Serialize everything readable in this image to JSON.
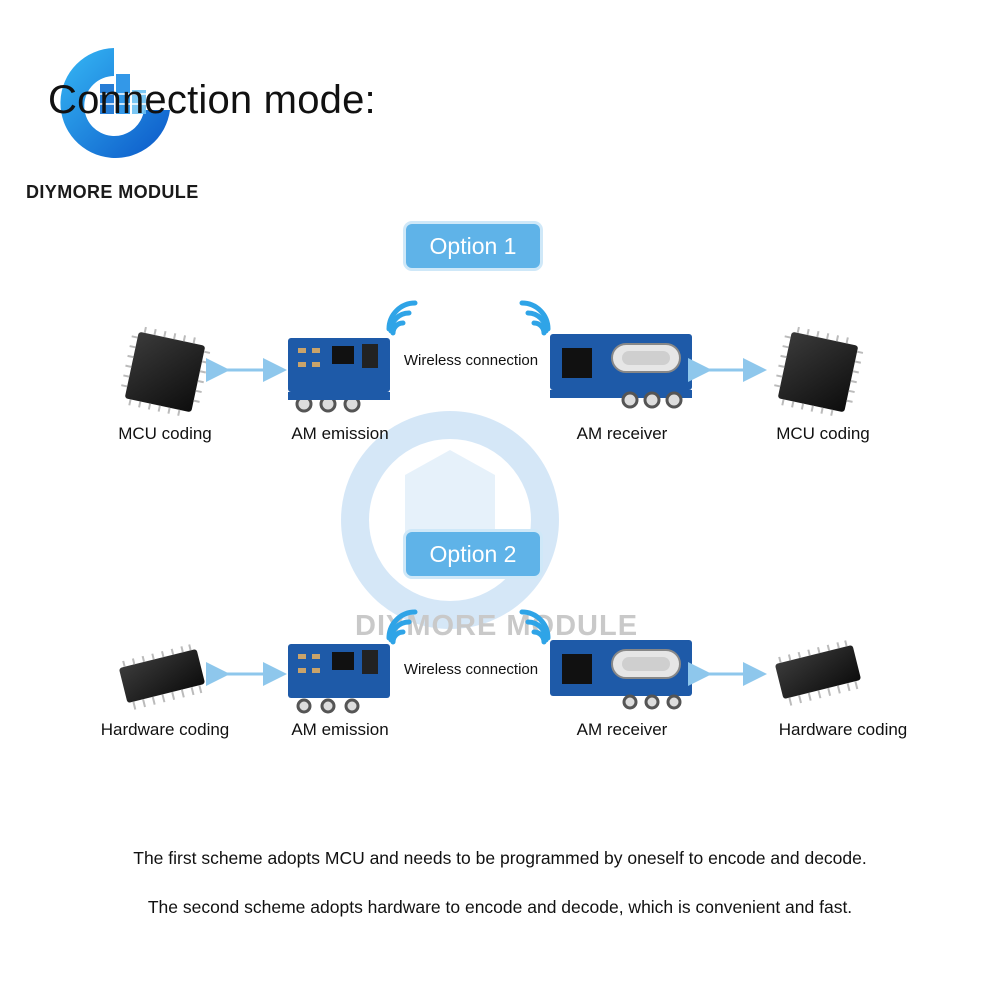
{
  "header": {
    "title": "Connection mode:",
    "brand": "DIYMORE MODULE"
  },
  "watermark": {
    "text": "DIYMORE MODULE"
  },
  "options": [
    {
      "label": "Option 1",
      "left_device": "MCU coding",
      "transmitter": "AM emission",
      "link": "Wireless connection",
      "receiver": "AM receiver",
      "right_device": "MCU coding"
    },
    {
      "label": "Option 2",
      "left_device": "Hardware coding",
      "transmitter": "AM emission",
      "link": "Wireless connection",
      "receiver": "AM receiver",
      "right_device": "Hardware coding"
    }
  ],
  "notes": [
    "The first scheme adopts MCU and needs to be programmed by oneself to encode and decode.",
    "The second scheme adopts hardware to encode and decode, which is convenient and fast."
  ],
  "colors": {
    "option_box": "#5fb3e8",
    "arrow": "#8ec7ec",
    "pcb": "#1e5aa8",
    "logo": "#1f7fd6"
  },
  "icons": [
    "mcu-chip-icon",
    "soic-chip-icon",
    "transmitter-module-icon",
    "receiver-module-icon",
    "wifi-signal-icon",
    "double-arrow-icon",
    "brand-logo-icon"
  ]
}
